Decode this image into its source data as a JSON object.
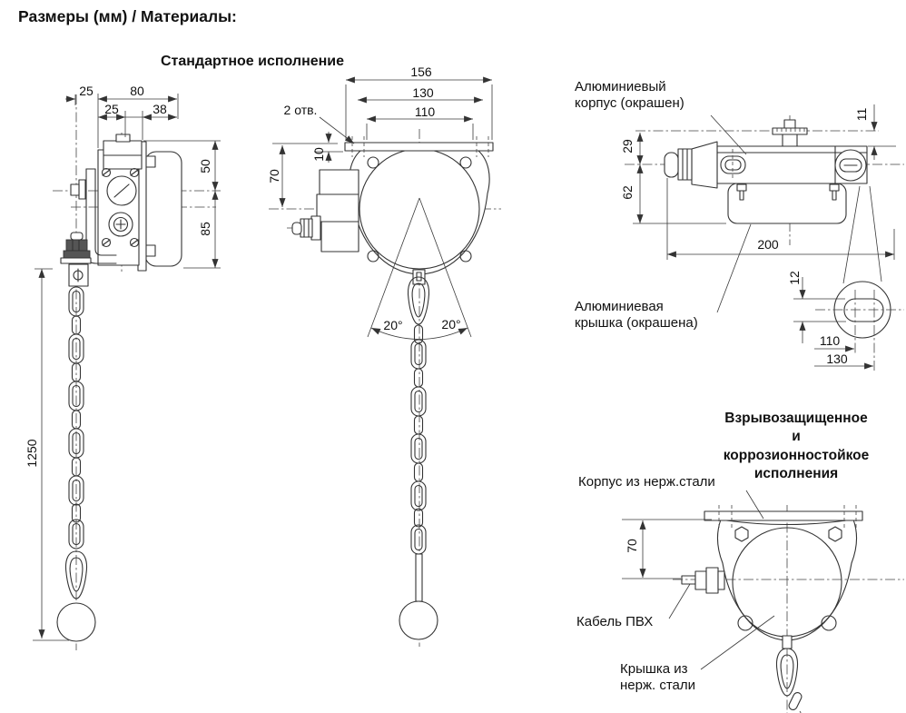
{
  "page": {
    "title": "Размеры (мм) / Материалы:"
  },
  "standard": {
    "title": "Стандартное исполнение",
    "dims": {
      "offset25": "25",
      "width80": "80",
      "inner25": "25",
      "inner38": "38",
      "height50": "50",
      "height85": "85",
      "chain1250": "1250",
      "width156": "156",
      "width130": "130",
      "width110": "110",
      "holes": "2 отв.",
      "height70": "70",
      "height10": "10",
      "angle_left": "20°",
      "angle_right": "20°"
    }
  },
  "aluminum": {
    "housing_label": "Алюминиевый\nкорпус (окрашен)",
    "cover_label": "Алюминиевая\nкрышка (окрашена)",
    "dims": {
      "h11": "11",
      "h29": "29",
      "h62": "62",
      "w200": "200",
      "h12": "12",
      "w110": "110",
      "w130": "130"
    }
  },
  "stainless": {
    "title": "Взрывозащищенное и\nкоррозионностойкое\nисполнения",
    "housing_label": "Корпус из нерж.стали",
    "cable_label": "Кабель ПВХ",
    "cover_label": "Крышка из\nнерж. стали",
    "dims": {
      "h70": "70"
    }
  }
}
